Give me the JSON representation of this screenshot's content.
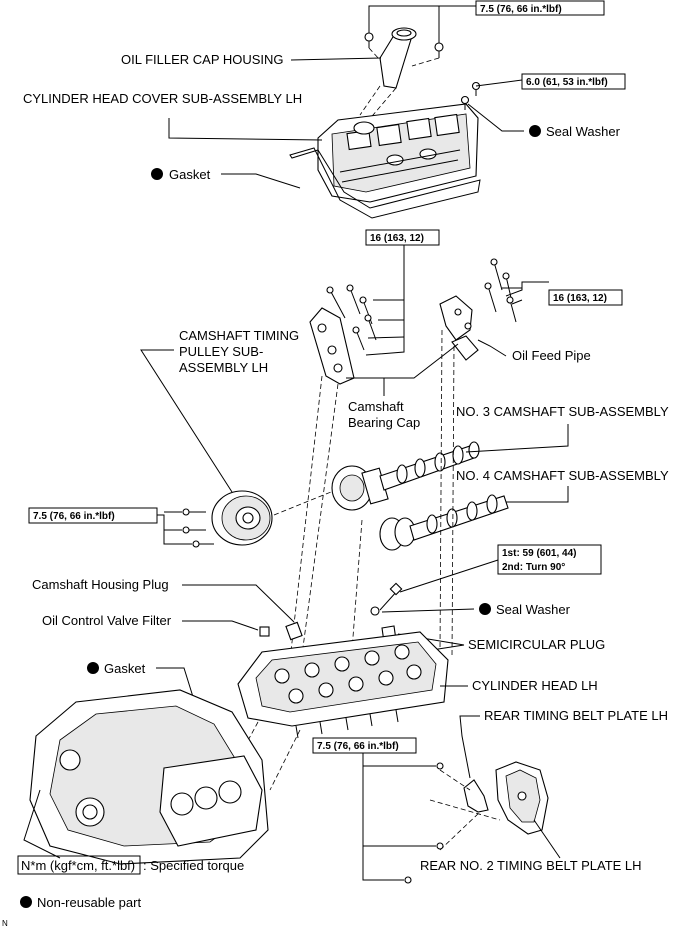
{
  "labels": {
    "oil_filler_cap_housing": "OIL FILLER CAP HOUSING",
    "cylinder_head_cover": "CYLINDER HEAD COVER SUB-ASSEMBLY LH",
    "seal_washer_top": "Seal Washer",
    "gasket_top": "Gasket",
    "camshaft_timing_pulley_1": "CAMSHAFT TIMING",
    "camshaft_timing_pulley_2": "PULLEY SUB-",
    "camshaft_timing_pulley_3": "ASSEMBLY LH",
    "oil_feed_pipe": "Oil Feed Pipe",
    "camshaft_bearing_cap_1": "Camshaft",
    "camshaft_bearing_cap_2": "Bearing Cap",
    "no3_camshaft": "NO. 3 CAMSHAFT SUB-ASSEMBLY",
    "no4_camshaft": "NO. 4 CAMSHAFT SUB-ASSEMBLY",
    "camshaft_housing_plug": "Camshaft Housing Plug",
    "oil_control_valve_filter": "Oil Control Valve Filter",
    "seal_washer_bottom": "Seal Washer",
    "semicircular_plug": "SEMICIRCULAR PLUG",
    "gasket_bottom": "Gasket",
    "cylinder_head": "CYLINDER HEAD LH",
    "rear_timing_belt_plate": "REAR TIMING BELT PLATE LH",
    "rear_no2_timing_belt_plate": "REAR NO. 2 TIMING BELT PLATE LH"
  },
  "torque": {
    "t_top": "7.5 (76, 66 in.*lbf)",
    "t_cover": "6.0 (61, 53 in.*lbf)",
    "t_caps_left": "16 (163, 12)",
    "t_caps_right": "16 (163, 12)",
    "t_pulley": "7.5 (76, 66 in.*lbf)",
    "t_head_1": "1st: 59 (601, 44)",
    "t_head_2": "2nd: Turn 90°",
    "t_plate": "7.5 (76, 66 in.*lbf)"
  },
  "legend": {
    "torque_unit": "N*m (kgf*cm, ft.*lbf)",
    "torque_desc": ": Specified torque",
    "non_reusable": "Non-reusable part",
    "corner_mark": "N"
  }
}
